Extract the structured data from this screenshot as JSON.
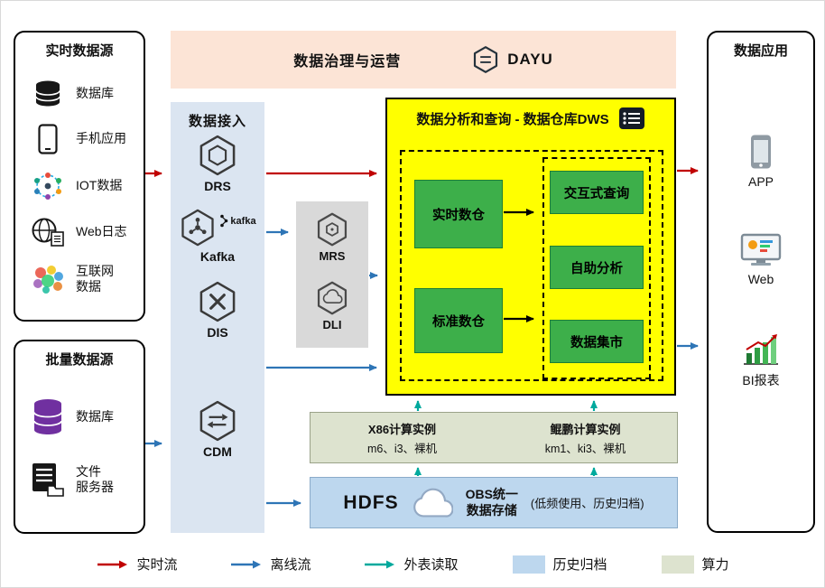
{
  "realtime_sources": {
    "title": "实时数据源",
    "items": [
      {
        "label": "数据库",
        "icon": "database-icon"
      },
      {
        "label": "手机应用",
        "icon": "mobile-icon"
      },
      {
        "label": "IOT数据",
        "icon": "iot-icon"
      },
      {
        "label": "Web日志",
        "icon": "web-log-icon"
      },
      {
        "label": "互联网\n数据",
        "icon": "internet-data-icon"
      }
    ]
  },
  "batch_sources": {
    "title": "批量数据源",
    "items": [
      {
        "label": "数据库",
        "icon": "database-purple-icon"
      },
      {
        "label": "文件\n服务器",
        "icon": "file-server-icon"
      }
    ]
  },
  "governance": {
    "title": "数据治理与运营",
    "logo_text": "DAYU"
  },
  "ingestion": {
    "title": "数据接入",
    "services": [
      {
        "label": "DRS"
      },
      {
        "label": "Kafka",
        "logo_text": "kafka"
      },
      {
        "label": "DIS"
      },
      {
        "label": "CDM"
      }
    ]
  },
  "processing": {
    "services": [
      {
        "label": "MRS"
      },
      {
        "label": "DLI"
      }
    ]
  },
  "dws": {
    "title": "数据分析和查询 - 数据仓库DWS",
    "warehouses": [
      {
        "label": "实时数仓"
      },
      {
        "label": "标准数仓"
      }
    ],
    "analytics": [
      {
        "label": "交互式查询"
      },
      {
        "label": "自助分析"
      },
      {
        "label": "数据集市"
      }
    ]
  },
  "compute": {
    "x86": {
      "title": "X86计算实例",
      "spec": "m6、i3、裸机"
    },
    "kunpeng": {
      "title": "鲲鹏计算实例",
      "spec": "km1、ki3、裸机"
    }
  },
  "storage": {
    "hdfs": "HDFS",
    "obs_title": "OBS统一\n数据存储",
    "obs_note": "(低频使用、历史归档)"
  },
  "applications": {
    "title": "数据应用",
    "items": [
      {
        "label": "APP",
        "icon": "app-phone-icon"
      },
      {
        "label": "Web",
        "icon": "web-monitor-icon"
      },
      {
        "label": "BI报表",
        "icon": "bi-chart-icon"
      }
    ]
  },
  "legend": {
    "items": [
      {
        "label": "实时流",
        "kind": "arrow",
        "color": "#c00000"
      },
      {
        "label": "离线流",
        "kind": "arrow",
        "color": "#2e75b6"
      },
      {
        "label": "外表读取",
        "kind": "arrow",
        "color": "#00a99d"
      },
      {
        "label": "历史归档",
        "kind": "swatch",
        "color": "#bdd7ee"
      },
      {
        "label": "算力",
        "kind": "swatch",
        "color": "#dde3cf"
      }
    ]
  }
}
